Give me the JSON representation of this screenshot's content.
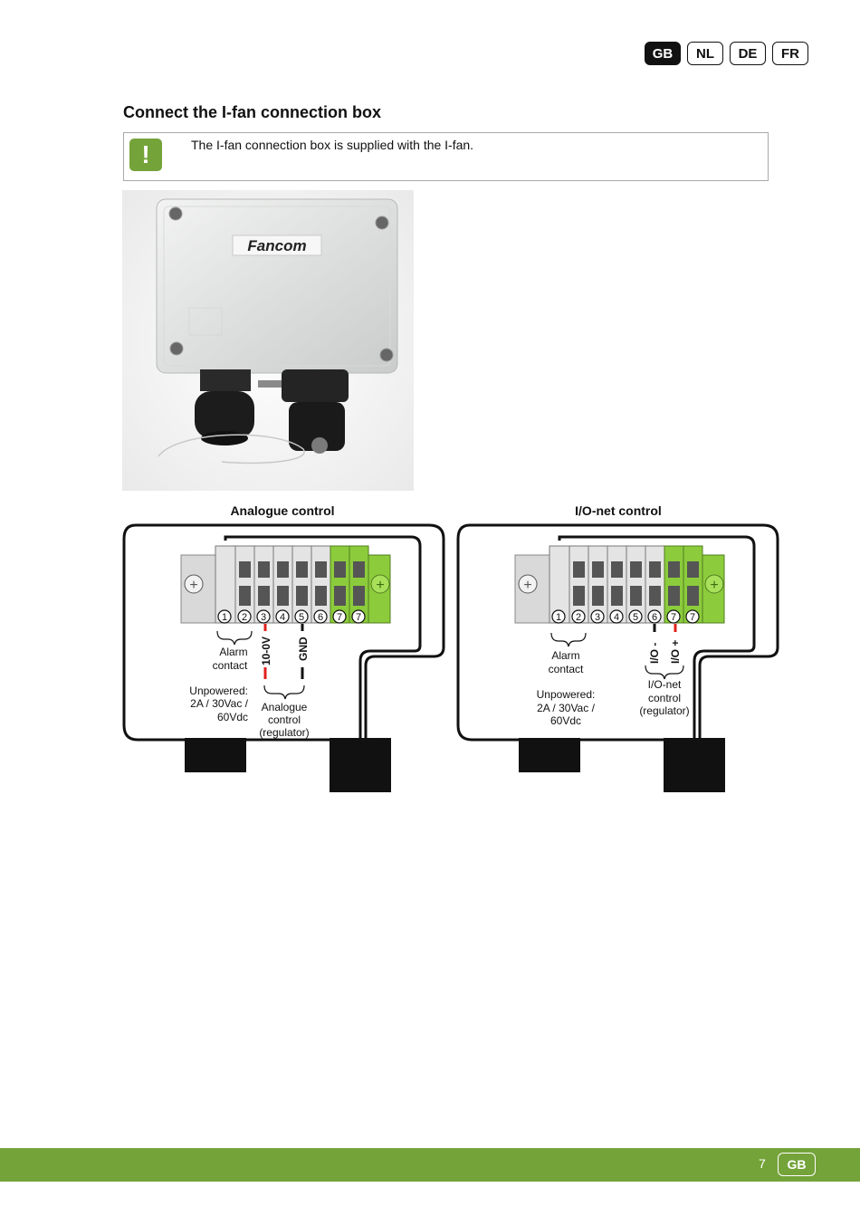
{
  "header": {
    "languages": [
      {
        "label": "GB",
        "active": true
      },
      {
        "label": "NL",
        "active": false
      },
      {
        "label": "DE",
        "active": false
      },
      {
        "label": "FR",
        "active": false
      }
    ]
  },
  "section": {
    "title": "Connect the I-fan connection box",
    "note": {
      "icon": "exclamation-icon",
      "symbol": "!",
      "text": "The I-fan connection box is supplied with the I-fan."
    }
  },
  "photo": {
    "brand": "Fancom"
  },
  "diagrams": {
    "analogue": {
      "title": "Analogue control",
      "terminals": [
        "1",
        "2",
        "3",
        "4",
        "5",
        "6",
        "7",
        "7"
      ],
      "wire_labels": [
        "10-0V",
        "GND"
      ],
      "alarm_label": [
        "Alarm",
        "contact"
      ],
      "unpowered_label": [
        "Unpowered:",
        "2A / 30Vac /",
        "60Vdc"
      ],
      "control_label": [
        "Analogue",
        "control",
        "(regulator)"
      ]
    },
    "ionet": {
      "title": "I/O-net control",
      "terminals": [
        "1",
        "2",
        "3",
        "4",
        "5",
        "6",
        "7",
        "7"
      ],
      "wire_labels": [
        "I/O -",
        "I/O +"
      ],
      "alarm_label": [
        "Alarm",
        "contact"
      ],
      "unpowered_label": [
        "Unpowered:",
        "2A / 30Vac /",
        "60Vdc"
      ],
      "control_label": [
        "I/O-net",
        "control",
        "(regulator)"
      ]
    }
  },
  "colors": {
    "accent": "#74a33a",
    "terminal_green": "#8ccc3c",
    "wire_red": "#e0201c"
  },
  "footer": {
    "page_number": "7",
    "lang": "GB"
  }
}
